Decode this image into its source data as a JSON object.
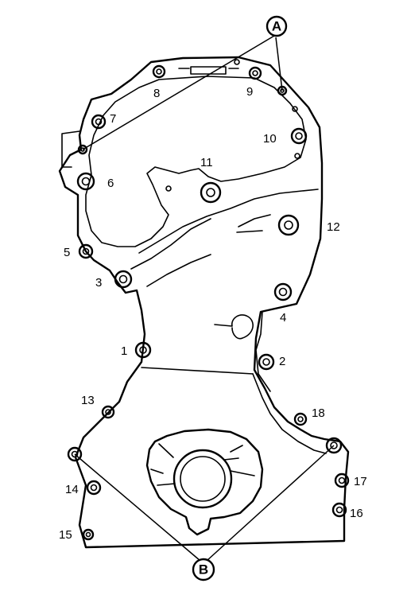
{
  "diagram": {
    "bolt_numbers": [
      "1",
      "2",
      "3",
      "4",
      "5",
      "6",
      "7",
      "8",
      "9",
      "10",
      "11",
      "12",
      "13",
      "14",
      "15",
      "16",
      "17",
      "18"
    ],
    "callouts": {
      "a": "A",
      "b": "B"
    },
    "colors": {
      "ink": "#000000",
      "paper": "#ffffff"
    }
  }
}
